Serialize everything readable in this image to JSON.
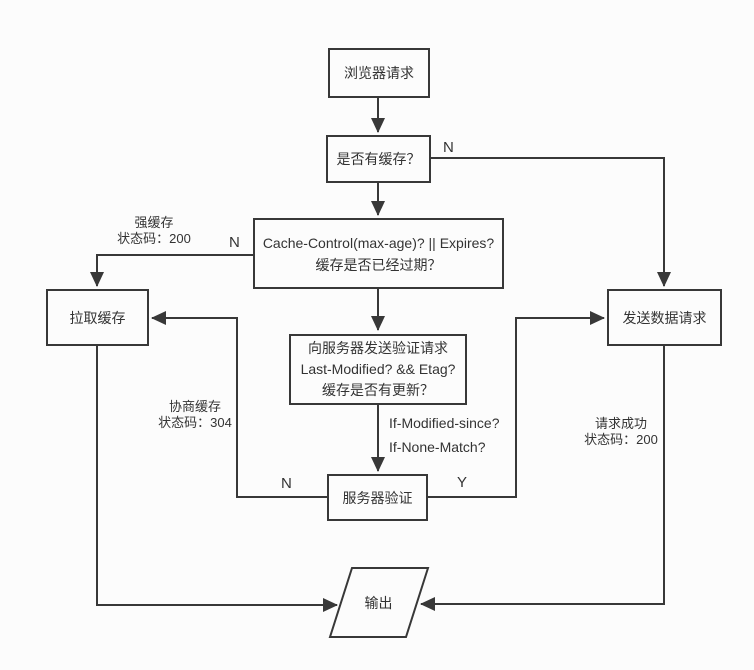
{
  "diagram": {
    "type": "flowchart",
    "topic": "browser-cache-decision-flow",
    "nodes": {
      "browser_request": {
        "label": "浏览器请求"
      },
      "has_cache": {
        "label": "是否有缓存？"
      },
      "cache_check": {
        "line1": "Cache-Control(max-age)? || Expires?",
        "line2": "缓存是否已经过期？"
      },
      "validate_request": {
        "line1": "向服务器发送验证请求",
        "line2": "Last-Modified? && Etag?",
        "line3": "缓存是否有更新？"
      },
      "server_validate": {
        "label": "服务器验证"
      },
      "pull_cache": {
        "label": "拉取缓存"
      },
      "send_request": {
        "label": "发送数据请求"
      },
      "output": {
        "label": "输出"
      }
    },
    "edge_labels": {
      "strong_cache": {
        "line1": "强缓存",
        "line2": "状态码：200"
      },
      "negotiated_cache": {
        "line1": "协商缓存",
        "line2": "状态码：304"
      },
      "request_success": {
        "line1": "请求成功",
        "line2": "状态码：200"
      },
      "conditional_headers": {
        "line1": "If-Modified-since?",
        "line2": "If-None-Match?"
      },
      "no_cache_n": "N",
      "not_expired_n": "N",
      "validate_changed_n": "N",
      "validate_ok_y": "Y"
    },
    "colors": {
      "line": "#383838",
      "text": "#333333",
      "background": "#fcfcfc"
    }
  }
}
